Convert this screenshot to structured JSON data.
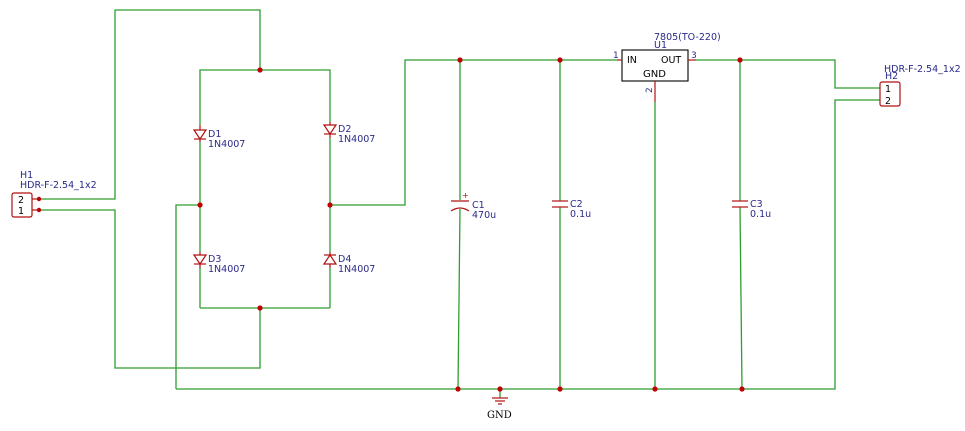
{
  "h1": {
    "ref": "H1",
    "value": "HDR-F-2.54_1x2",
    "pin_top": "2",
    "pin_bottom": "1"
  },
  "h2": {
    "ref": "H2",
    "value": "HDR-F-2.54_1x2",
    "pin_top": "1",
    "pin_bottom": "2"
  },
  "diodes": [
    {
      "ref": "D1",
      "value": "1N4007"
    },
    {
      "ref": "D2",
      "value": "1N4007"
    },
    {
      "ref": "D3",
      "value": "1N4007"
    },
    {
      "ref": "D4",
      "value": "1N4007"
    }
  ],
  "capacitors": [
    {
      "ref": "C1",
      "value": "470u",
      "polarity": "+"
    },
    {
      "ref": "C2",
      "value": "0.1u"
    },
    {
      "ref": "C3",
      "value": "0.1u"
    }
  ],
  "regulator": {
    "ref": "U1",
    "value": "7805(TO-220)",
    "pin_in_label": "IN",
    "pin_out_label": "OUT",
    "pin_gnd_label": "GND",
    "pin_in_num": "1",
    "pin_gnd_num": "2",
    "pin_out_num": "3"
  },
  "ground": {
    "label": "GND"
  },
  "colors": {
    "wire": "#2e9e2e",
    "component": "#b01010",
    "label": "#2a2a8a",
    "junction": "#c00000"
  }
}
